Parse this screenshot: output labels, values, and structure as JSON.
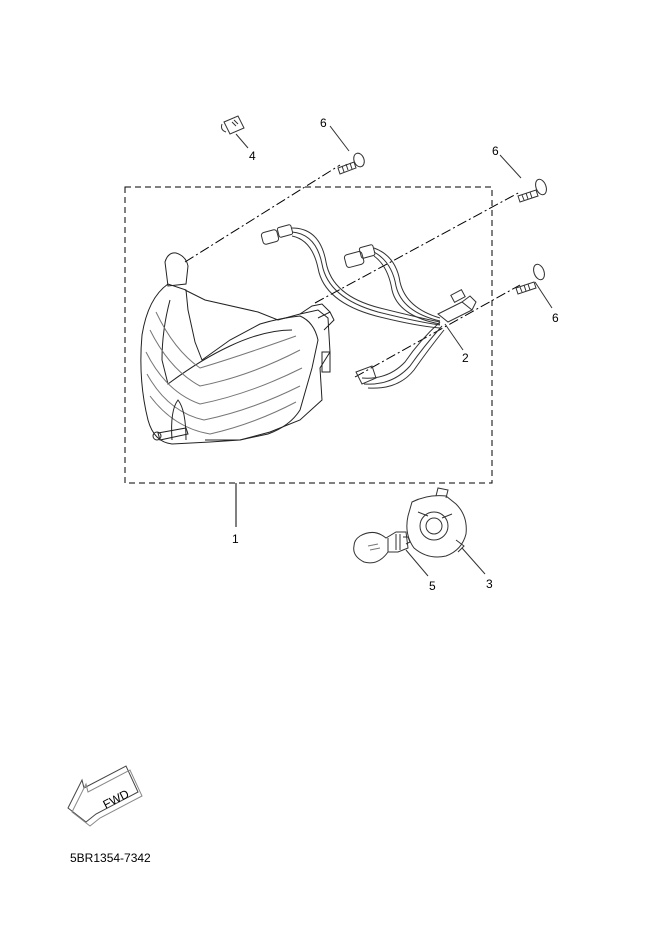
{
  "callouts": {
    "c1": "1",
    "c2": "2",
    "c3": "3",
    "c4": "4",
    "c5": "5",
    "c6a": "6",
    "c6b": "6",
    "c6c": "6"
  },
  "fwd_label": "FWD",
  "part_code": "5BR1354-7342",
  "colors": {
    "line": "#000000",
    "fill": "#ffffff"
  }
}
